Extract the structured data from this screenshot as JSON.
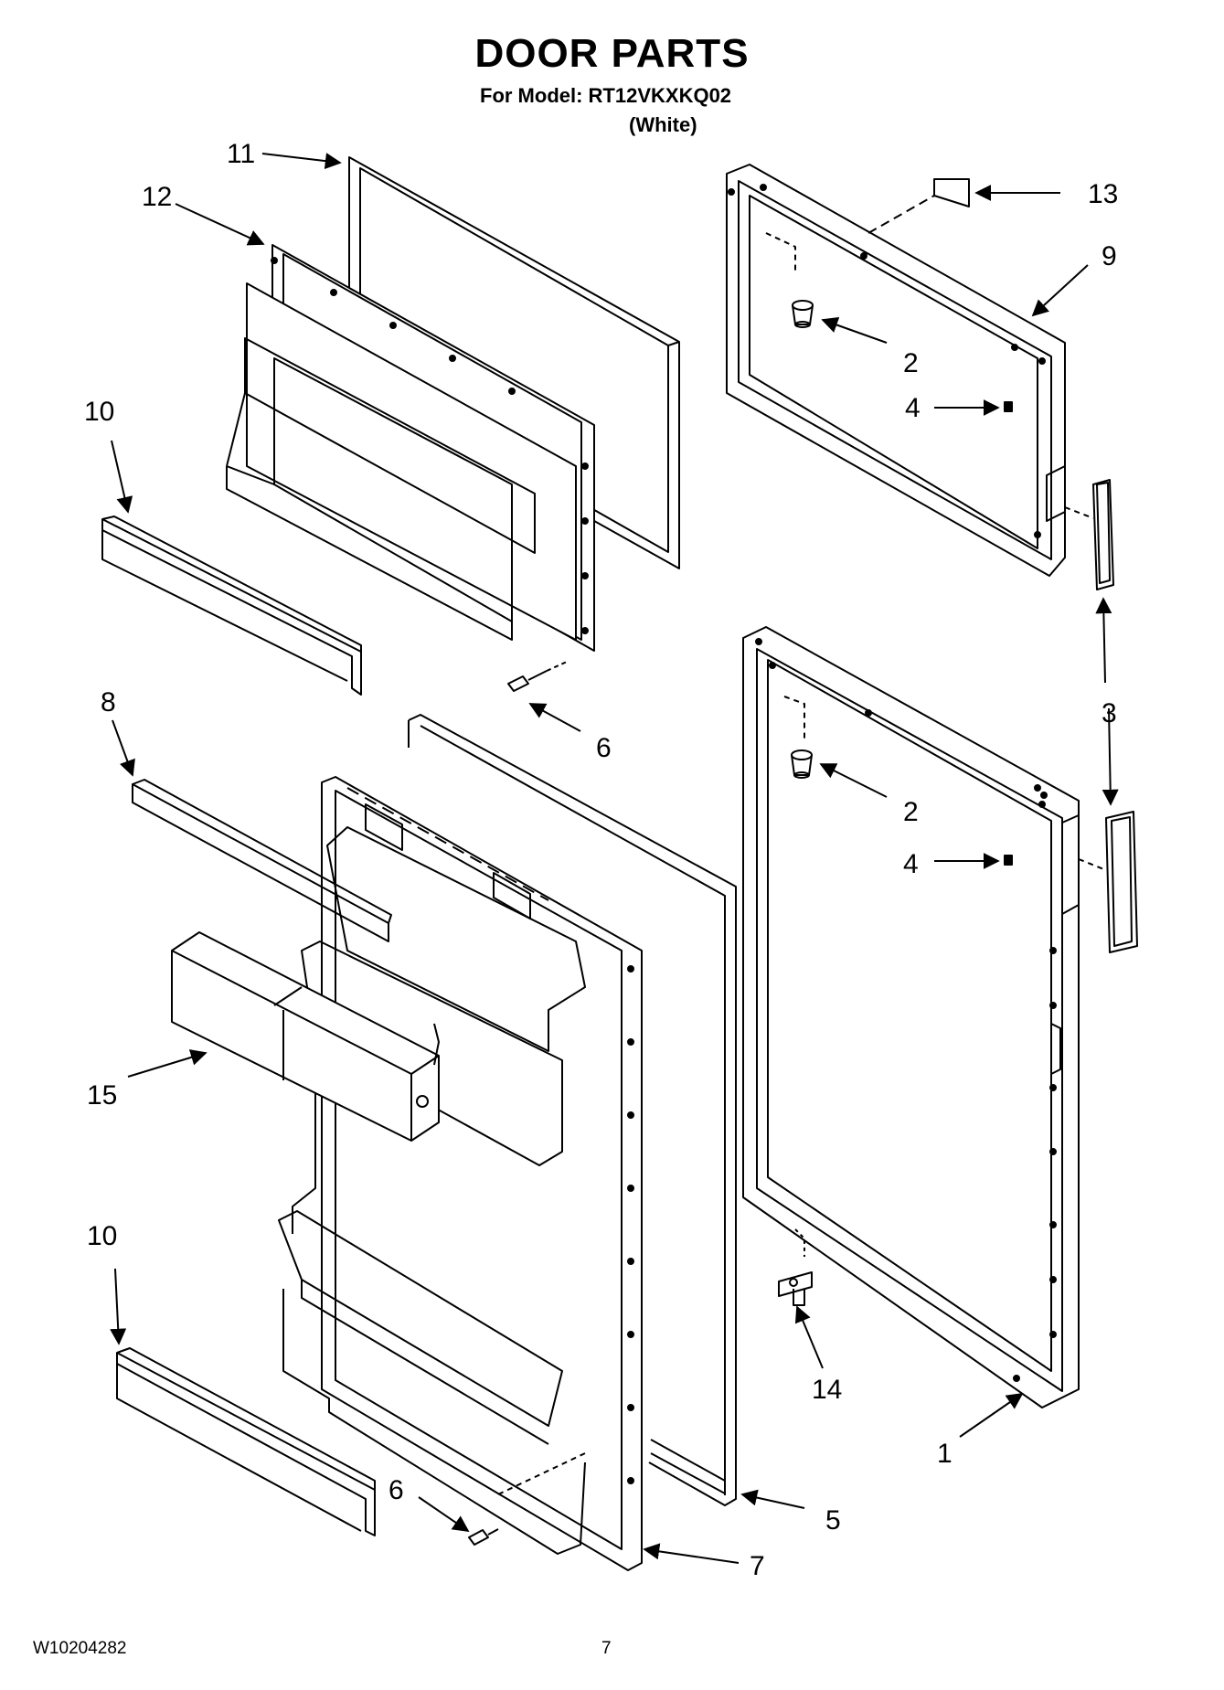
{
  "header": {
    "title": "DOOR PARTS",
    "model_line": "For Model: RT12VKXKQ02",
    "color_line": "(White)"
  },
  "footer": {
    "doc_number": "W10204282",
    "page_number": "7"
  },
  "callouts": {
    "c1": "1",
    "c2a": "2",
    "c2b": "2",
    "c3": "3",
    "c4a": "4",
    "c4b": "4",
    "c5": "5",
    "c6a": "6",
    "c6b": "6",
    "c7": "7",
    "c8": "8",
    "c9": "9",
    "c10a": "10",
    "c10b": "10",
    "c11": "11",
    "c12": "12",
    "c13": "13",
    "c14": "14",
    "c15": "15"
  }
}
